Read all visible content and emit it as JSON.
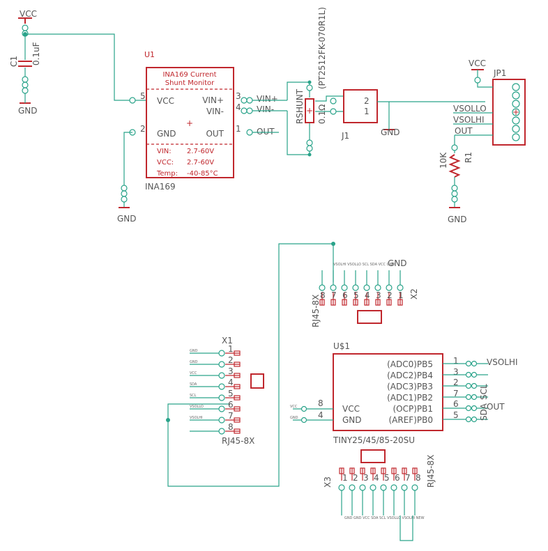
{
  "power": {
    "vcc": "VCC",
    "gnd": "GND"
  },
  "c1": {
    "ref": "C1",
    "value": "0.1uF"
  },
  "u1": {
    "ref": "U1",
    "name": "INA169",
    "title1": "INA169 Current",
    "title2": "Shunt Monitor",
    "pins": {
      "vcc": "VCC",
      "gnd": "GND",
      "vinp": "VIN+",
      "vinm": "VIN-",
      "out": "OUT"
    },
    "pinnums": {
      "vcc": "5",
      "gnd": "2",
      "vinp": "3",
      "vinm": "4",
      "out": "1"
    },
    "specs": [
      {
        "key": "VIN:",
        "val": "2.7-60V"
      },
      {
        "key": "VCC:",
        "val": "2.7-60V"
      },
      {
        "key": "Temp:",
        "val": "-40-85°C"
      }
    ]
  },
  "rshunt": {
    "ref": "RSHUNT",
    "value": "0.1Ω",
    "part": "(PT2512FK-070R1L)"
  },
  "j1": {
    "ref": "J1",
    "pin2": "2",
    "pin1": "1"
  },
  "jp1": {
    "ref": "JP1"
  },
  "r1": {
    "ref": "R1",
    "value": "10K"
  },
  "nets": {
    "vinp": "VIN+",
    "vinm": "VIN-",
    "out": "OUT",
    "vsollo": "VSOLLO",
    "vsolhi": "VSOLHI",
    "scl": "SCL",
    "sda": "SDA"
  },
  "x2": {
    "ref": "X2",
    "name": "RJ45-8X",
    "top_label": "GND",
    "nets": [
      "VSOLHI",
      "VSOLLO",
      "SCL",
      "SDA",
      "VCC",
      "GND",
      "GND",
      "NEW"
    ]
  },
  "x1": {
    "ref": "X1",
    "name": "RJ45-8X",
    "nets": [
      "GND",
      "GND",
      "VCC",
      "SDA",
      "SCL",
      "VSOLLO",
      "VSOLHI",
      ""
    ],
    "pins": [
      "1",
      "2",
      "3",
      "4",
      "5",
      "6",
      "7",
      "8"
    ]
  },
  "u2": {
    "ref": "U$1",
    "name": "TINY25/45/85-20SU",
    "left_pins": [
      {
        "name": "VCC",
        "num": "8"
      },
      {
        "name": "GND",
        "num": "4"
      }
    ],
    "right_pins": [
      {
        "name": "(ADC0)PB5",
        "num": "1"
      },
      {
        "name": "(ADC2)PB4",
        "num": "3"
      },
      {
        "name": "(ADC3)PB3",
        "num": "2"
      },
      {
        "name": "(ADC1)PB2",
        "num": "7"
      },
      {
        "name": "(OCP)PB1",
        "num": "6"
      },
      {
        "name": "(AREF)PB0",
        "num": "5"
      }
    ]
  },
  "x3": {
    "ref": "X3",
    "name": "RJ45-8X",
    "nets": [
      "GND",
      "GND",
      "VCC",
      "SDA",
      "SCL",
      "VSOLLO",
      "VSOLHI",
      "NEW"
    ]
  }
}
